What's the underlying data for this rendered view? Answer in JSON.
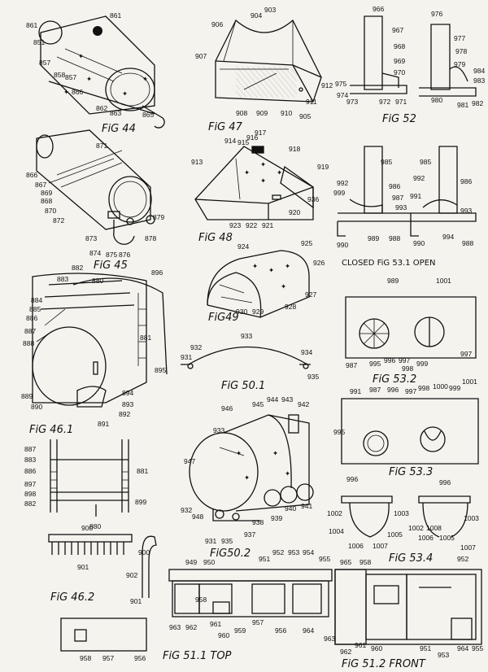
{
  "figures": [
    {
      "id": "fig44",
      "caption": "FiG 44",
      "labels": [
        "861",
        "851",
        "857",
        "858",
        "857",
        "866",
        "862",
        "863",
        "865",
        "861"
      ]
    },
    {
      "id": "fig45",
      "caption": "FiG 45",
      "labels": [
        "866",
        "867",
        "869",
        "868",
        "870",
        "872",
        "871",
        "879",
        "878",
        "873",
        "874",
        "875",
        "876"
      ]
    },
    {
      "id": "fig46_1",
      "caption": "FiG 46.1",
      "labels": [
        "882",
        "880",
        "896",
        "883",
        "884",
        "885",
        "886",
        "887",
        "888",
        "881",
        "894",
        "895",
        "889",
        "890",
        "893",
        "892",
        "891"
      ]
    },
    {
      "id": "fig46_2_top",
      "caption": "",
      "labels": [
        "887",
        "883",
        "886",
        "897",
        "898",
        "882",
        "880",
        "881",
        "899"
      ]
    },
    {
      "id": "fig46_2",
      "caption": "FiG 46.2",
      "labels": [
        "900",
        "901",
        "900",
        "902",
        "901"
      ]
    },
    {
      "id": "fig47",
      "caption": "FiG 47",
      "labels": [
        "906",
        "904",
        "903",
        "907",
        "908",
        "909",
        "910",
        "911",
        "912",
        "905"
      ]
    },
    {
      "id": "fig48",
      "caption": "FiG 48",
      "labels": [
        "914",
        "915",
        "916",
        "917",
        "918",
        "913",
        "919",
        "936",
        "920",
        "923",
        "922",
        "921"
      ]
    },
    {
      "id": "fig49",
      "caption": "FiG49",
      "labels": [
        "924",
        "925",
        "926",
        "927",
        "928",
        "930",
        "929"
      ]
    },
    {
      "id": "fig50_1",
      "caption": "FiG 50.1",
      "labels": [
        "933",
        "932",
        "931",
        "934",
        "935"
      ]
    },
    {
      "id": "fig50_2",
      "caption": "FiG50.2",
      "labels": [
        "946",
        "945",
        "944",
        "943",
        "942",
        "933",
        "947",
        "932",
        "948",
        "931",
        "935",
        "937",
        "938",
        "939",
        "940",
        "941"
      ]
    },
    {
      "id": "fig51_1",
      "caption": "FiG 51.1 TOP",
      "labels": [
        "949",
        "950",
        "951",
        "952",
        "953",
        "954",
        "955",
        "963",
        "962",
        "958",
        "961",
        "960",
        "959",
        "957",
        "956",
        "964"
      ]
    },
    {
      "id": "fig51_1b",
      "caption": "",
      "labels": [
        "958",
        "957",
        "956"
      ]
    },
    {
      "id": "fig52",
      "caption": "FiG 52",
      "labels": [
        "966",
        "967",
        "968",
        "969",
        "970",
        "975",
        "974",
        "973",
        "972",
        "971",
        "976",
        "977",
        "978",
        "979",
        "981",
        "980",
        "984",
        "983",
        "982"
      ]
    },
    {
      "id": "fig53_1",
      "caption": "CLOSED FiG 53.1 OPEN",
      "labels": [
        "985",
        "992",
        "999",
        "986",
        "987",
        "993",
        "990",
        "989",
        "988",
        "985",
        "992",
        "986",
        "991",
        "993",
        "990",
        "994",
        "988"
      ]
    },
    {
      "id": "fig53_2",
      "caption": "FiG 53.2",
      "labels": [
        "989",
        "1001",
        "987",
        "995",
        "996",
        "997",
        "998",
        "999",
        "997"
      ]
    },
    {
      "id": "fig53_3",
      "caption": "FiG 53.3",
      "labels": [
        "991",
        "987",
        "996",
        "997",
        "998",
        "1000",
        "999",
        "1001",
        "995"
      ]
    },
    {
      "id": "fig53_4",
      "caption": "FiG 53.4",
      "labels": [
        "996",
        "996",
        "1002",
        "1004",
        "1006",
        "1007",
        "1005",
        "1003",
        "1002",
        "1006",
        "1008",
        "1005",
        "1003",
        "1007"
      ]
    },
    {
      "id": "fig51_2",
      "caption": "FiG 51.2 FRONT",
      "labels": [
        "965",
        "958",
        "952",
        "963",
        "962",
        "961",
        "960",
        "951",
        "953",
        "964",
        "955"
      ]
    }
  ]
}
